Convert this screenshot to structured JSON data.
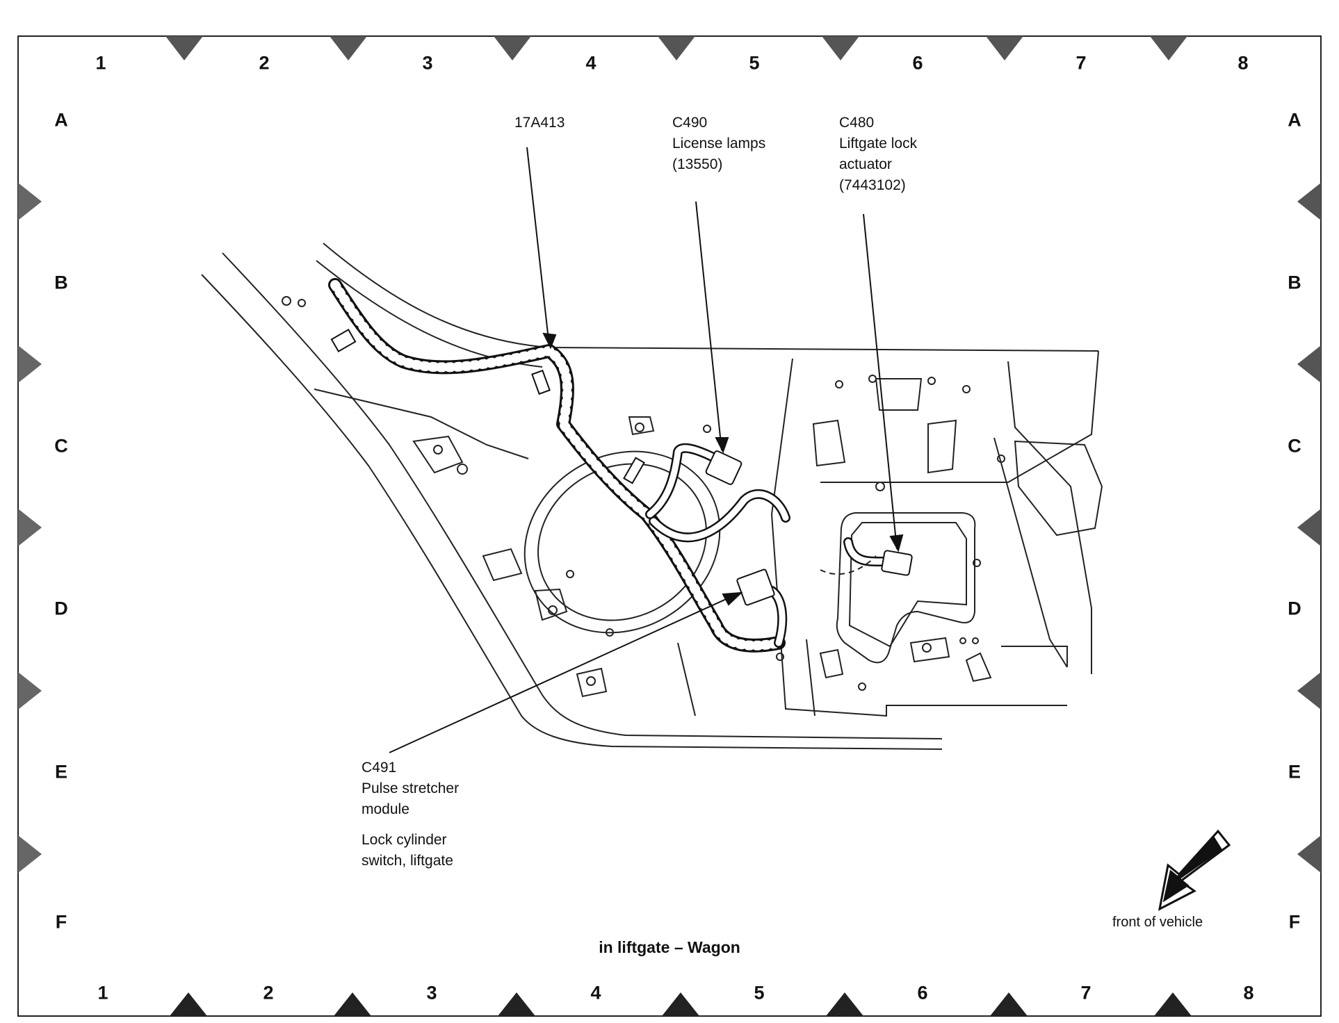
{
  "grid": {
    "columns": [
      "1",
      "2",
      "3",
      "4",
      "5",
      "6",
      "7",
      "8"
    ],
    "rows": [
      "A",
      "B",
      "C",
      "D",
      "E",
      "F"
    ]
  },
  "callouts": {
    "harness": {
      "lines": [
        "17A413"
      ]
    },
    "c490": {
      "lines": [
        "C490",
        "License lamps",
        "(13550)"
      ]
    },
    "c480": {
      "lines": [
        "C480",
        "Liftgate lock",
        "actuator",
        "(7443102)"
      ]
    },
    "c491": {
      "lines": [
        "C491",
        "Pulse stretcher",
        "module"
      ],
      "extra_lines": [
        "Lock cylinder",
        "switch, liftgate"
      ]
    }
  },
  "caption": "in liftgate – Wagon",
  "front_arrow": {
    "label": "front of vehicle",
    "icon": "front-of-vehicle-arrow-icon"
  },
  "colors": {
    "ink": "#111111",
    "marker": "#555555",
    "background": "#ffffff"
  }
}
